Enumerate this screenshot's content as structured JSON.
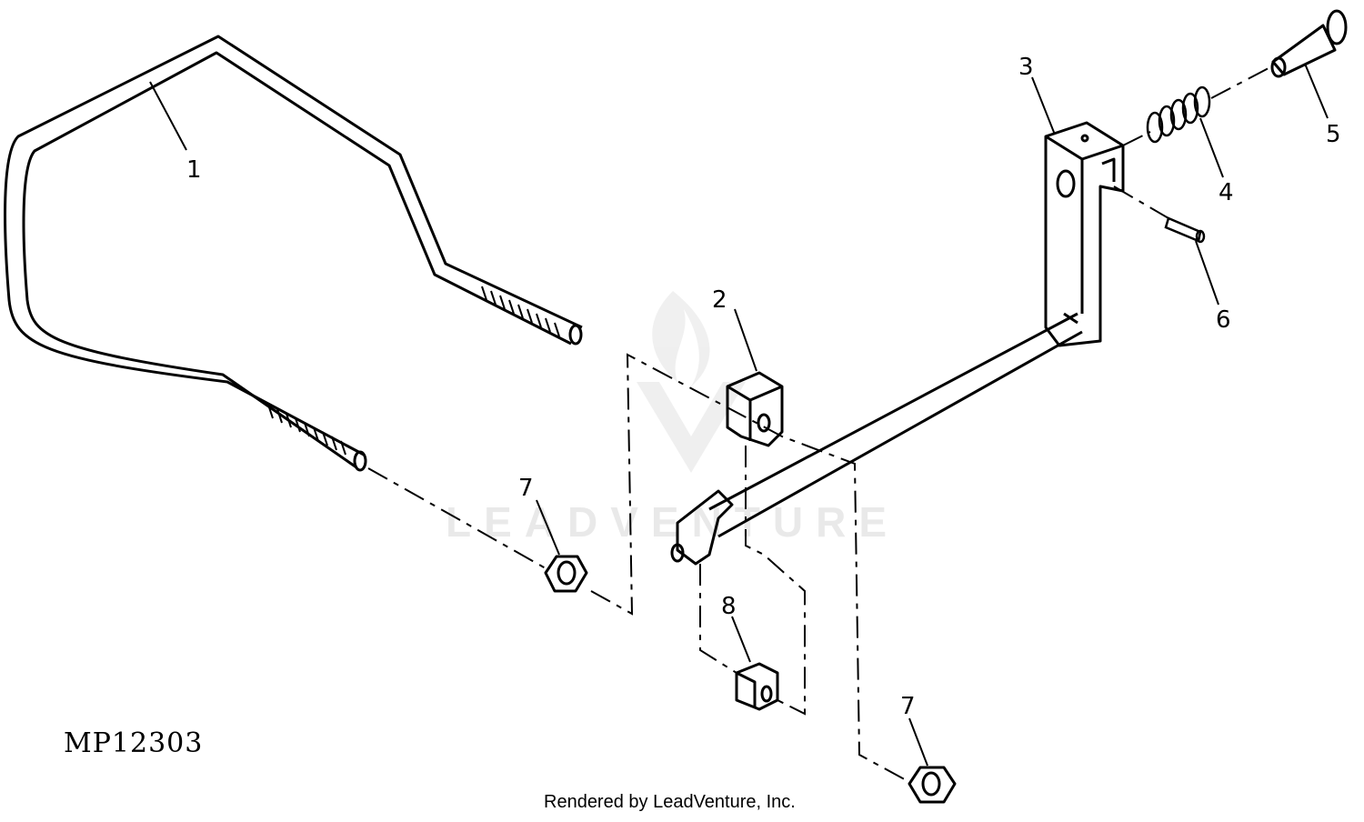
{
  "diagram": {
    "drawing_code": "MP12303",
    "credit": "Rendered by LeadVenture, Inc.",
    "watermark": "LEADVENTURE",
    "callouts": [
      "1",
      "2",
      "3",
      "4",
      "5",
      "6",
      "7",
      "8",
      "7"
    ]
  }
}
